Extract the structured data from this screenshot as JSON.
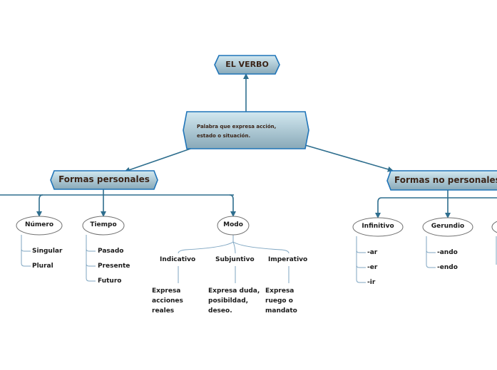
{
  "root": {
    "label": "EL VERBO"
  },
  "definition": {
    "line1": "Palabra que expresa acción,",
    "line2": "estado o situación."
  },
  "branches": {
    "personales": {
      "label": "Formas personales",
      "children": {
        "numero": {
          "label": "Número",
          "items": [
            "Singular",
            "Plural"
          ]
        },
        "tiempo": {
          "label": "Tiempo",
          "items": [
            "Pasado",
            "Presente",
            "Futuro"
          ]
        },
        "modo": {
          "label": "Modo",
          "moods": [
            {
              "label": "Indicativo",
              "desc": "Expresa acciones reales"
            },
            {
              "label": "Subjuntivo",
              "desc": "Expresa duda, posibildad, deseo."
            },
            {
              "label": "Imperativo",
              "desc": "Expresa ruego o mandato"
            }
          ]
        }
      }
    },
    "no_personales": {
      "label": "Formas no personales",
      "children": {
        "infinitivo": {
          "label": "Infinitivo",
          "items": [
            "-ar",
            "-er",
            "-ir"
          ]
        },
        "gerundio": {
          "label": "Gerundio",
          "items": [
            "-ando",
            "-endo"
          ]
        }
      }
    }
  },
  "colors": {
    "connector": "#2e6e8e",
    "hex_border": "#1f74b8",
    "hex_fill_top": "#cde3ec",
    "hex_fill_bottom": "#8fb0bf",
    "leaf_line": "#7fa6c2",
    "text_dark": "#3a2418"
  }
}
